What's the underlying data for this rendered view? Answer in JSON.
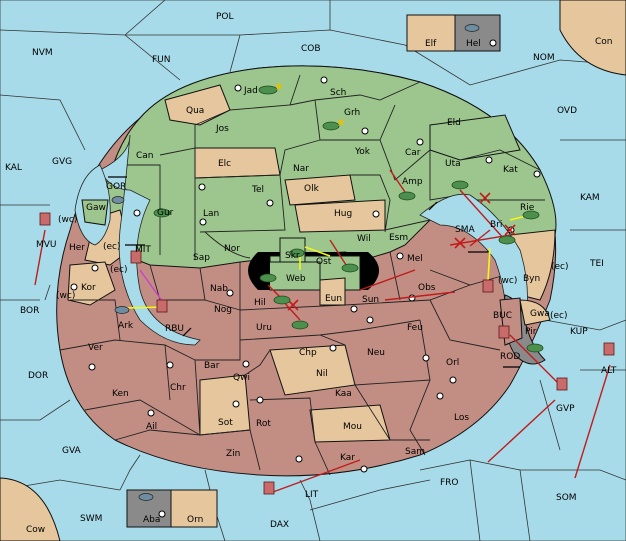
{
  "provinces": {
    "sea": [
      "POL",
      "NVM",
      "FUN",
      "COB",
      "NOM",
      "OVD",
      "KAL",
      "GVG",
      "KAM",
      "TEI",
      "BOR",
      "DOR",
      "GVA",
      "SWM",
      "DAX",
      "LIT",
      "FRO",
      "SOM",
      "GVP",
      "KUP",
      "ALT",
      "BUC",
      "ROD",
      "SMA",
      "MIT",
      "RBU",
      "GOR",
      "MVU"
    ],
    "land_green": [
      "Jad",
      "Sch",
      "Qua",
      "Grh",
      "Jos",
      "Eld",
      "Can",
      "Yok",
      "Car",
      "Elc",
      "Nar",
      "Uta",
      "Kat",
      "Tel",
      "Olk",
      "Amp",
      "Gur",
      "Lan",
      "Hug",
      "Rie",
      "Nor",
      "Wil",
      "Esm",
      "Sap",
      "Skr",
      "Ost",
      "Web",
      "Gaw"
    ],
    "land_red": [
      "Mel",
      "Obs",
      "Nab",
      "Eun",
      "Sun",
      "Hil",
      "Nog",
      "Uru",
      "Ark",
      "Feu",
      "Chp",
      "Neu",
      "Ver",
      "Bar",
      "Qwi",
      "Nil",
      "Orl",
      "Kaa",
      "Ken",
      "Chr",
      "Rot",
      "Sot",
      "Mou",
      "Los",
      "Ail",
      "Zin",
      "Sam",
      "Kar",
      "Pir"
    ],
    "land_tan": [
      "Elf",
      "Hel",
      "Con",
      "Aba",
      "Orn",
      "Cow",
      "Her",
      "Kor",
      "Byn",
      "Gwa"
    ]
  },
  "coast_tags": [
    "(wc)",
    "(ec)",
    "(ec)",
    "(wc)",
    "(wc)",
    "(ec)",
    "(ec)"
  ],
  "colors": {
    "sea": "#a8dbe9",
    "green": "#9cc68e",
    "red": "#c28e84",
    "tan": "#e6c79d",
    "grey": "#8a8a8a",
    "order_move": "#c01c1c",
    "order_support": "#f5f51a",
    "order_convoy": "#c93fd1"
  },
  "units": {
    "green": [
      "fleet",
      "army",
      "army",
      "army",
      "army",
      "army",
      "army",
      "army",
      "army",
      "army",
      "army",
      "army",
      "fleet"
    ],
    "red": [
      "fleet",
      "fleet",
      "fleet",
      "fleet",
      "fleet",
      "fleet",
      "fleet",
      "fleet",
      "army",
      "army",
      "army",
      "army",
      "army"
    ]
  }
}
